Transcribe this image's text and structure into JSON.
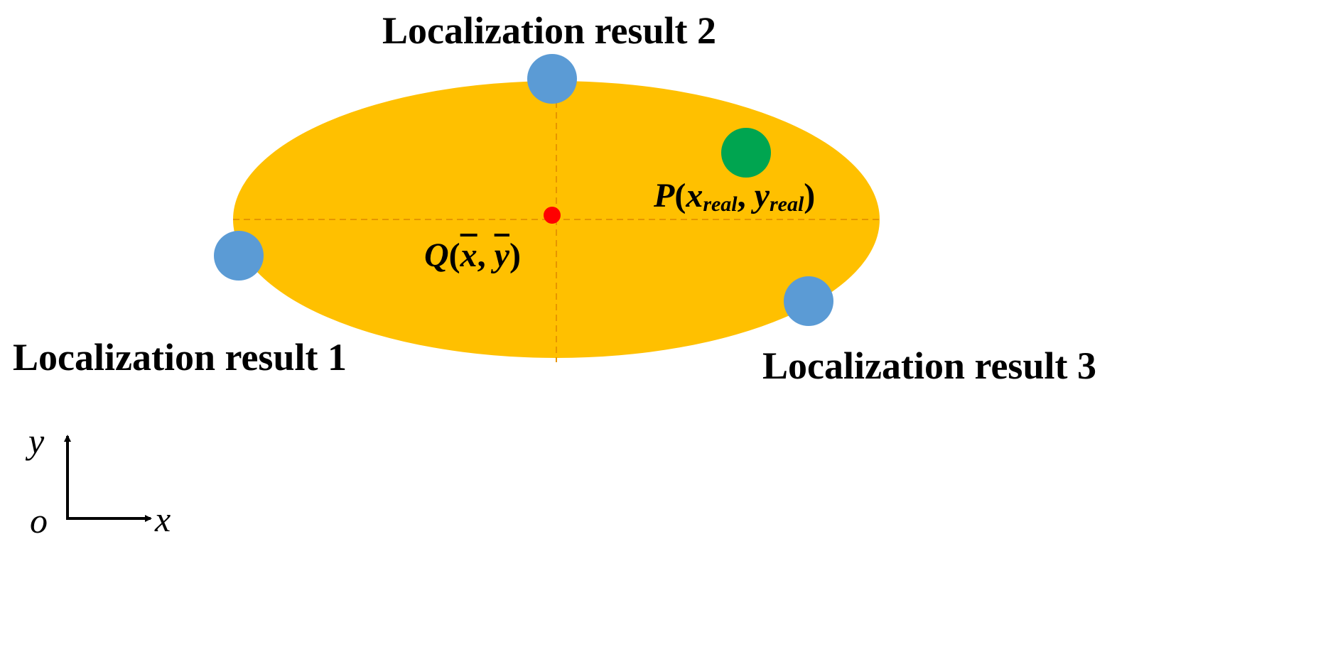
{
  "labels": {
    "result_1": "Localization result 1",
    "result_2": "Localization result 2",
    "result_3": "Localization result 3"
  },
  "point_p": {
    "name": "P",
    "open": "(",
    "x_main": "x",
    "x_sub": "real",
    "sep": ", ",
    "y_main": "y",
    "y_sub": "real",
    "close": ")"
  },
  "point_q": {
    "name": "Q",
    "open": "(",
    "x_main": "x",
    "sep": ", ",
    "y_main": "y",
    "close": ")"
  },
  "axes": {
    "y_label": "y",
    "x_label": "x",
    "origin_label": "o"
  },
  "colors": {
    "ellipse": "#FFC000",
    "result_points": "#5B9BD5",
    "true_point": "#00A550",
    "center_point": "#FF0000",
    "dashed_axes": "#E69500"
  }
}
